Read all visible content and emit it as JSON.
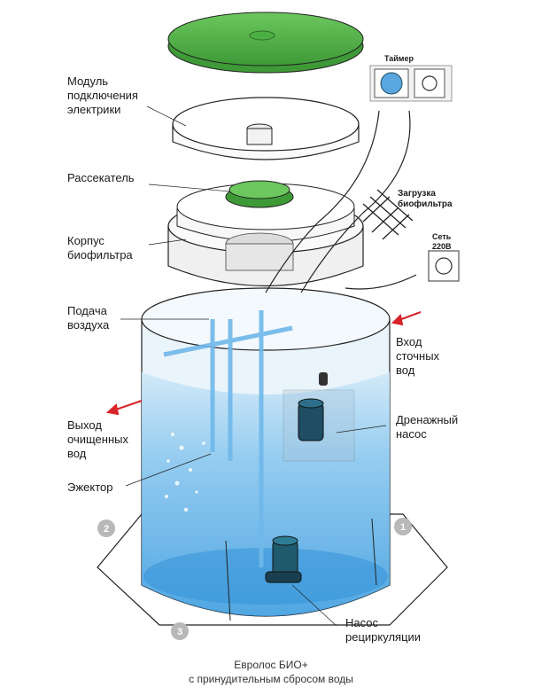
{
  "labels": {
    "electric_module": "Модуль\nподключения\nэлектрики",
    "splitter": "Рассекатель",
    "biofilter_body": "Корпус\nбиофильтра",
    "air_supply": "Подача\nвоздуха",
    "outlet": "Выход\nочищенных\nвод",
    "ejector": "Эжектор",
    "inlet": "Вход\nсточных\nвод",
    "drain_pump": "Дренажный\nнасос",
    "recirculation_pump": "Насос\nрециркуляции",
    "timer": "Таймер",
    "biofilter_load": "Загрузка\nбиофильтра",
    "network": "Сеть\n220В"
  },
  "markers": [
    "1",
    "2",
    "3"
  ],
  "caption": {
    "line1": "Евролос БИО+",
    "line2": "с принудительным сбросом воды"
  },
  "colors": {
    "lid_green": "#4caf43",
    "water_blue": "#5aaee6",
    "outline": "#222222",
    "arrow_red": "#d9232a",
    "marker_gray": "#b8b8b8"
  }
}
